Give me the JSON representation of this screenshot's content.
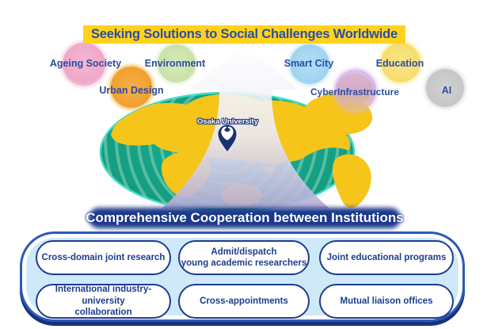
{
  "header": {
    "title": "Seeking Solutions to Social Challenges Worldwide",
    "band_color": "#ffd21c",
    "text_color": "#2b4da3"
  },
  "topics": [
    {
      "label": "Ageing Society",
      "color": "#f0a8c8"
    },
    {
      "label": "Urban Design",
      "color": "#f0a02e"
    },
    {
      "label": "Environment",
      "color": "#c9e2a8"
    },
    {
      "label": "Smart City",
      "color": "#9fd3f0"
    },
    {
      "label": "CyberInfrastructure",
      "color": "#cea8dd"
    },
    {
      "label": "Education",
      "color": "#f7dd6e"
    },
    {
      "label": "AI",
      "color": "#c6c6c6"
    }
  ],
  "map": {
    "pin_label": "Osaka University",
    "pin_color": "#1c2f6e",
    "sea_color": "#14a085",
    "land_color": "#f5c51a",
    "ring_color": "#9adbbd",
    "edge_color": "#38dcc6"
  },
  "banner": {
    "text": "Comprehensive Cooperation between Institutions",
    "color": "#1e3a8c"
  },
  "cooperation": {
    "panel_fill": "#cfe9f8",
    "panel_border": "#2d59b5",
    "pill_border": "#1e3d8f",
    "items": [
      {
        "label": "Cross-domain joint research"
      },
      {
        "label": "Admit/dispatch\nyoung academic researchers"
      },
      {
        "label": "Joint educational programs"
      },
      {
        "label": "International industry-university\ncollaboration"
      },
      {
        "label": "Cross-appointments"
      },
      {
        "label": "Mutual liaison offices"
      }
    ]
  }
}
